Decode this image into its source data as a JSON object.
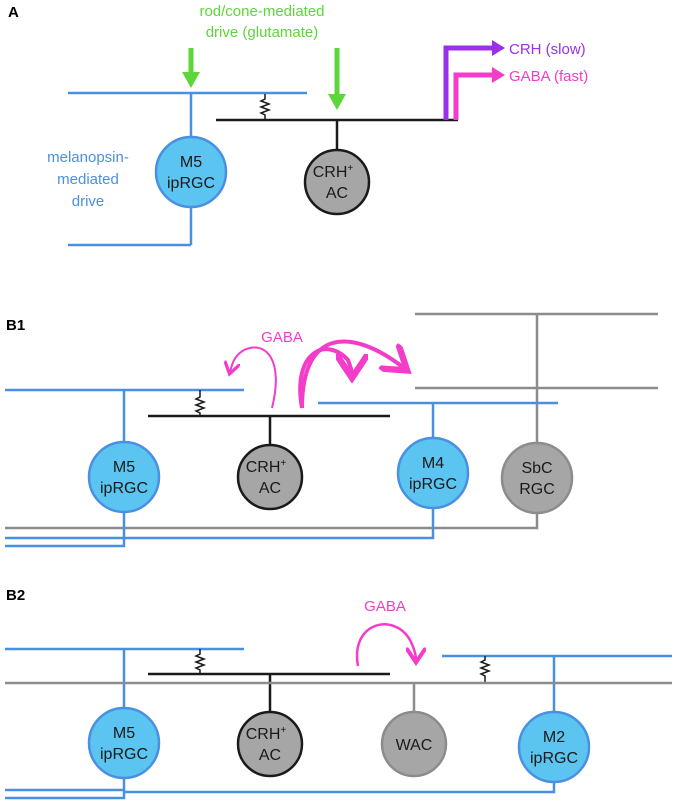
{
  "colors": {
    "blue": "#4a90e2",
    "cell_blue": "#5bc4f0",
    "gray": "#8c8c8c",
    "cell_gray": "#a6a6a6",
    "black": "#1a1a1a",
    "green": "#5dd63a",
    "magenta": "#f33cc9",
    "purple": "#9b30e8"
  },
  "panel_a": {
    "label": "A",
    "rod_cone_line1": "rod/cone-mediated",
    "rod_cone_line2": "drive (glutamate)",
    "melanopsin_line1": "melanopsin-",
    "melanopsin_line2": "mediated",
    "melanopsin_line3": "drive",
    "m5_line1": "M5",
    "m5_line2": "ipRGC",
    "crh_line1": "CRH",
    "crh_sup": "+",
    "crh_line2": "AC",
    "output_crh": "CRH (slow)",
    "output_gaba": "GABA (fast)"
  },
  "panel_b1": {
    "label": "B1",
    "gaba": "GABA",
    "m5_line1": "M5",
    "m5_line2": "ipRGC",
    "crh_line1": "CRH",
    "crh_sup": "+",
    "crh_line2": "AC",
    "m4_line1": "M4",
    "m4_line2": "ipRGC",
    "sbc_line1": "SbC",
    "sbc_line2": "RGC"
  },
  "panel_b2": {
    "label": "B2",
    "gaba": "GABA",
    "m5_line1": "M5",
    "m5_line2": "ipRGC",
    "crh_line1": "CRH",
    "crh_sup": "+",
    "crh_line2": "AC",
    "wac": "WAC",
    "m2_line1": "M2",
    "m2_line2": "ipRGC"
  }
}
